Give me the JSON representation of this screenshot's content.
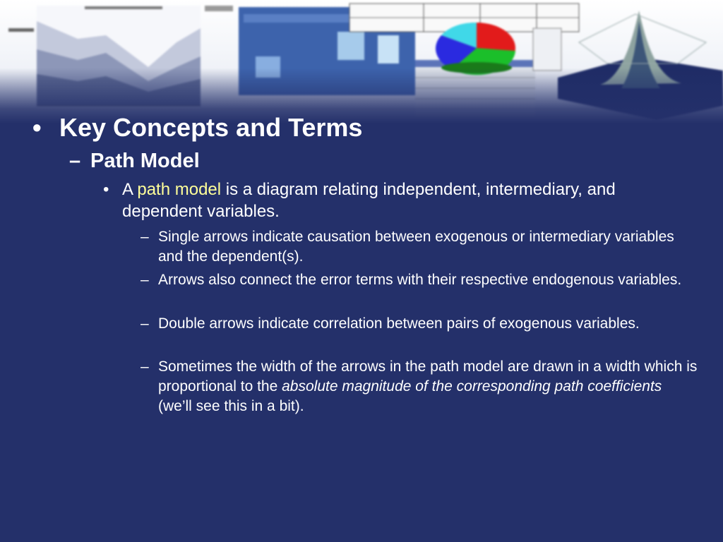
{
  "slide": {
    "heading": "Key Concepts and Terms",
    "subheading": "Path Model",
    "definition": {
      "prefix": "A ",
      "term": "path model",
      "suffix": " is a diagram relating independent, intermediary, and dependent variables."
    },
    "points": [
      {
        "text": "Single arrows indicate causation between exogenous or intermediary variables and the dependent(s)."
      },
      {
        "text": "Arrows also connect the error terms with their respective endogenous variables."
      },
      {
        "text": "Double arrows indicate correlation between pairs of exogenous variables."
      },
      {
        "before": "Sometimes the width of the arrows in the path model are drawn in a width which is proportional to the ",
        "italic": "absolute magnitude of the corresponding path coefficients",
        "after": " (we’ll see this in a bit)."
      }
    ],
    "markers": {
      "bullet": "•",
      "dash": "–"
    }
  },
  "colors": {
    "background": "#24306a",
    "text": "#ffffff",
    "highlight": "#ffff99"
  }
}
